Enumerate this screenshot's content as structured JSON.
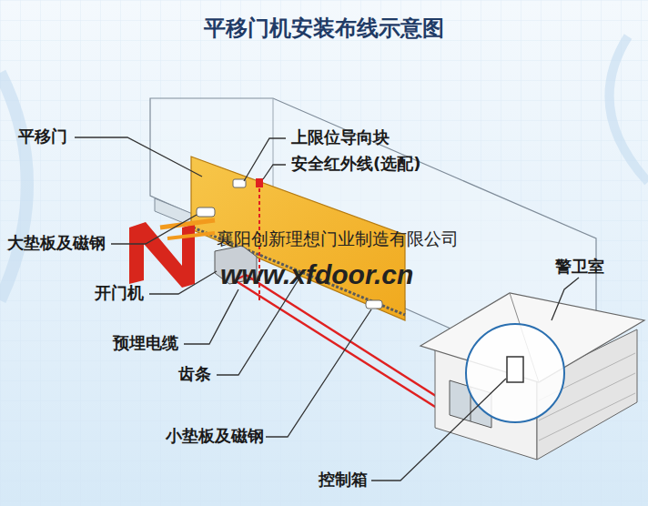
{
  "diagram": {
    "title": "平移门机安装布线示意图",
    "labels": [
      "平移门",
      "上限位导向块",
      "安全红外线(选配)",
      "大垫板及磁钢",
      "襄阳创新理想门业制造有限公司",
      "开门机",
      "www.xfdoor.cn",
      "警卫室",
      "预埋电缆",
      "齿条",
      "小垫板及磁钢",
      "控制箱"
    ]
  }
}
